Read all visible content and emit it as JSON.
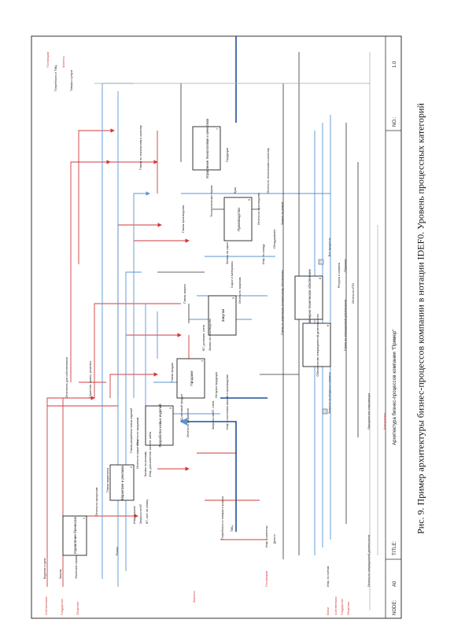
{
  "caption": "Рис. 9. Пример архитектуры бизнес-процессов компании в нотации IDEF0. Уровень процессных категорий",
  "frame": {
    "node_label": "NODE:",
    "node_value": "A0",
    "title_label": "TITLE:",
    "title_value": "Архитектура бизнес-процессов компании \"Пример\"",
    "no_label": "NO.:",
    "no_value": "1.0"
  },
  "boxes": [
    {
      "name": "Управление бизнесом",
      "number": "1"
    },
    {
      "name": "Маркетинг и реклама",
      "number": "2"
    },
    {
      "name": "Разработка новых изделий",
      "number": "3"
    },
    {
      "name": "Продажи",
      "number": "4"
    },
    {
      "name": "Закупки",
      "number": "5"
    },
    {
      "name": "Производство",
      "number": "6"
    },
    {
      "name": "Управление технологиями и качеством",
      "number": "7"
    },
    {
      "name": "Инженерно-техническое обеспечение",
      "number": "8"
    },
    {
      "name": "Обеспечение операционной деятельности",
      "number": "9"
    }
  ],
  "labels": {
    "owners": "Собственники",
    "state": "Государство",
    "society": "Общество",
    "owners_goals": "Видение и цели",
    "laws": "Законы",
    "ethic_norms": "Этические нормы",
    "reports_owners": "Отчетность для собственников",
    "reports_procs": "Отчеты по процессам",
    "plans": "Стратегии, планы, решения",
    "suppliers_top": "Поставщики",
    "clients_top": "Клиенты",
    "goods_services": "Товары и услуги",
    "needs_goods": "Потребность в ТМЦ",
    "production_plans": "Планы по технологиям и качеству",
    "quality_reports": "Отчеты по технологиям и качеству",
    "products": "Продукция",
    "tech_norms": "Технологические нормы",
    "purchase_plans": "Планы закупок",
    "prod_plans": "Планы производства",
    "orders_raw": "Заказы на сырье",
    "materials": "Сырье и материалы",
    "equipment": "Оборудование",
    "engineering_plans": "Планы по инженерно-техническому обеспечению",
    "resources": "Ресурсы и сервисы",
    "personnel": "Персонал",
    "sales_plans": "Планы продаж",
    "new_product": "КД на новый продукт",
    "client_info": "Инф. о клиентах",
    "kp": "КП, договора, счета",
    "orders_prod": "Заказы на производство",
    "customer_requests": "Запросы на КП, счета",
    "stock_info": "Инф. о состоянии заказов в производстве",
    "shipment": "Отгрузка продукции",
    "marketing_plans": "Планы маркетинга",
    "ads": "Заказы на рекламу",
    "site_content": "Инф. для клиентов: контент сайта",
    "market_info": "Инф. о рынке",
    "requests_kp": "Запросы на КП",
    "kp_invoices": "КП, счет на оплату",
    "market": "Рынок",
    "suppliers_bottom": "Поставщики",
    "clients_bottom": "Клиенты",
    "contractors": "Контрагенты",
    "official_info": "Официальная информация",
    "banks": "Банки",
    "bank_info": "Инф. по счетам",
    "owners_bottom": "Собственники",
    "state_bottom": "Государство",
    "society_bottom": "Общество",
    "all_processes": "Все процессы",
    "resource_requests": "Запросы на ресурсы и сервисы",
    "reports_ops": "Отчеты по операционной деятельности",
    "ops_plans": "Планы по операционной деятельности",
    "reports_eng": "Отчеты по ИТО",
    "money": "Деньги",
    "tmc_needs": "Потребность в товарах и услугах",
    "ots_reports": "Отчеты по продажам",
    "dev_plans": "Планы разработки новых изделий",
    "dev_reports": "Отчеты по разработке",
    "reports_marketing": "Отчеты по маркетингу",
    "reports_purchase": "Отчеты по закупкам",
    "reports_prod": "Отчеты по производству",
    "tmc_info": "Инф. по складу",
    "defect": "Брак",
    "work_orders": "Заявки на ремонт",
    "tmc": "ТМЦ"
  }
}
